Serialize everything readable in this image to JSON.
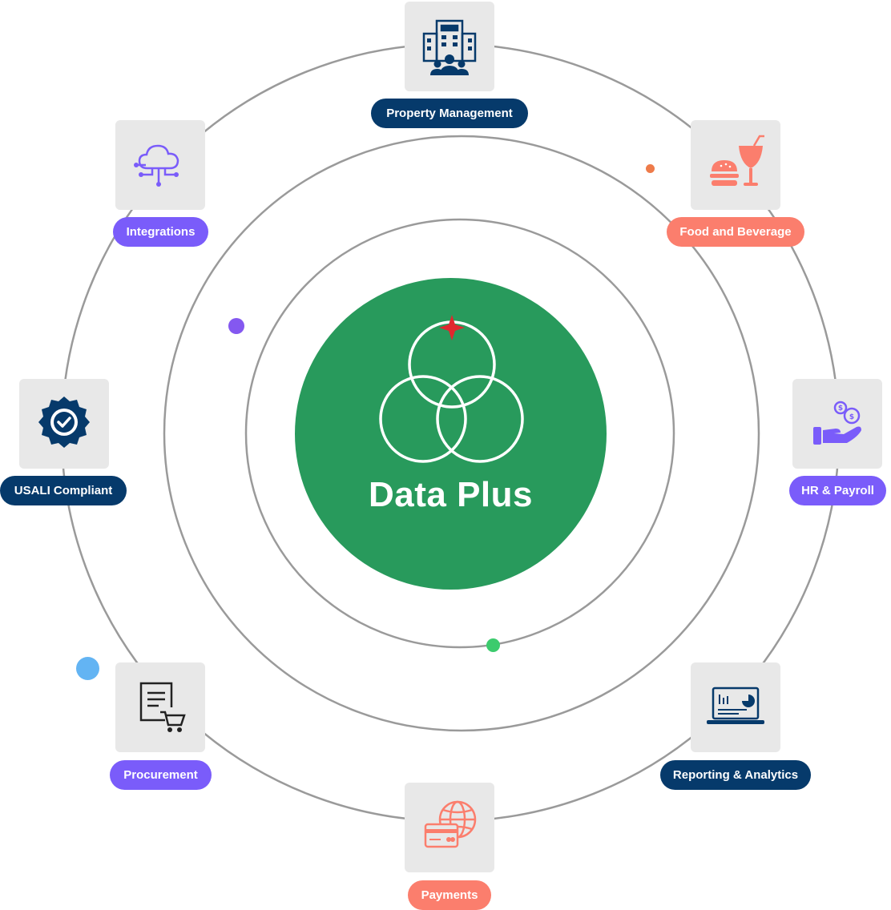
{
  "center": {
    "title": "Data Plus"
  },
  "modules": [
    {
      "key": "property_management",
      "label": "Property Management",
      "icon": "office-building-people-icon",
      "color": "#063a6b"
    },
    {
      "key": "food_and_beverage",
      "label": "Food and Beverage",
      "icon": "burger-drink-icon",
      "color": "#fb7e6d"
    },
    {
      "key": "hr_payroll",
      "label": "HR & Payroll",
      "icon": "hand-coins-icon",
      "color": "#7a5cfa"
    },
    {
      "key": "reporting_analytics",
      "label": "Reporting & Analytics",
      "icon": "laptop-chart-icon",
      "color": "#063a6b"
    },
    {
      "key": "payments",
      "label": "Payments",
      "icon": "card-globe-icon",
      "color": "#fb7e6d"
    },
    {
      "key": "procurement",
      "label": "Procurement",
      "icon": "document-cart-icon",
      "color": "#7a5cfa"
    },
    {
      "key": "usali_compliant",
      "label": "USALI Compliant",
      "icon": "verified-badge-icon",
      "color": "#063a6b"
    },
    {
      "key": "integrations",
      "label": "Integrations",
      "icon": "cloud-network-icon",
      "color": "#7a5cfa"
    }
  ],
  "colors": {
    "center": "#289a5c",
    "ring": "#9a9a9a",
    "tile": "#e8e8e8",
    "navy": "#063a6b",
    "purple": "#7a5cfa",
    "salmon": "#fb7e6d",
    "sparkle": "#e0282e",
    "dot_orange": "#ee7b4a",
    "dot_purple": "#8458f0",
    "dot_green": "#3ccb6d",
    "dot_blue": "#63b4f3"
  }
}
